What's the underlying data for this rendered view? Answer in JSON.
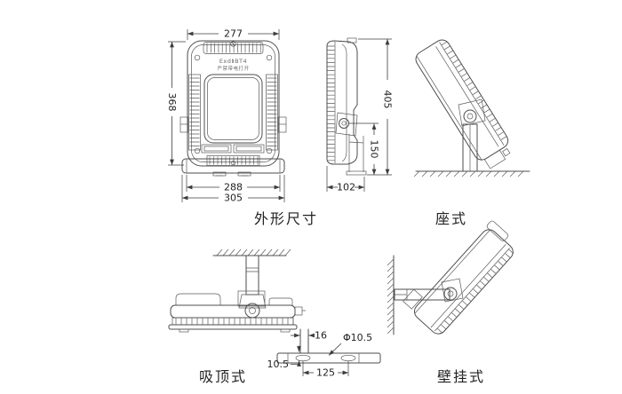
{
  "drawing": {
    "background": "#ffffff",
    "line_color": "#4d4d4d",
    "dim_color": "#3c3c3c",
    "views": {
      "front": {
        "caption": "外形尺寸",
        "marking_line1": "ExdⅡBT4",
        "marking_line2": "严禁带电打开",
        "dims": {
          "top_width": "277",
          "height": "368",
          "base_inner_width": "288",
          "base_outer_width": "305"
        }
      },
      "side": {
        "dims": {
          "total_height": "405",
          "bracket_height": "150",
          "depth": "102"
        }
      },
      "pedestal": {
        "caption": "座式"
      },
      "ceiling": {
        "caption": "吸顶式"
      },
      "wall": {
        "caption": "壁挂式"
      },
      "bracket_detail": {
        "dims": {
          "tube_width": "16",
          "hole_diameter": "Φ10.5",
          "hole_offset": "10.5",
          "hole_spacing": "125"
        }
      }
    }
  }
}
